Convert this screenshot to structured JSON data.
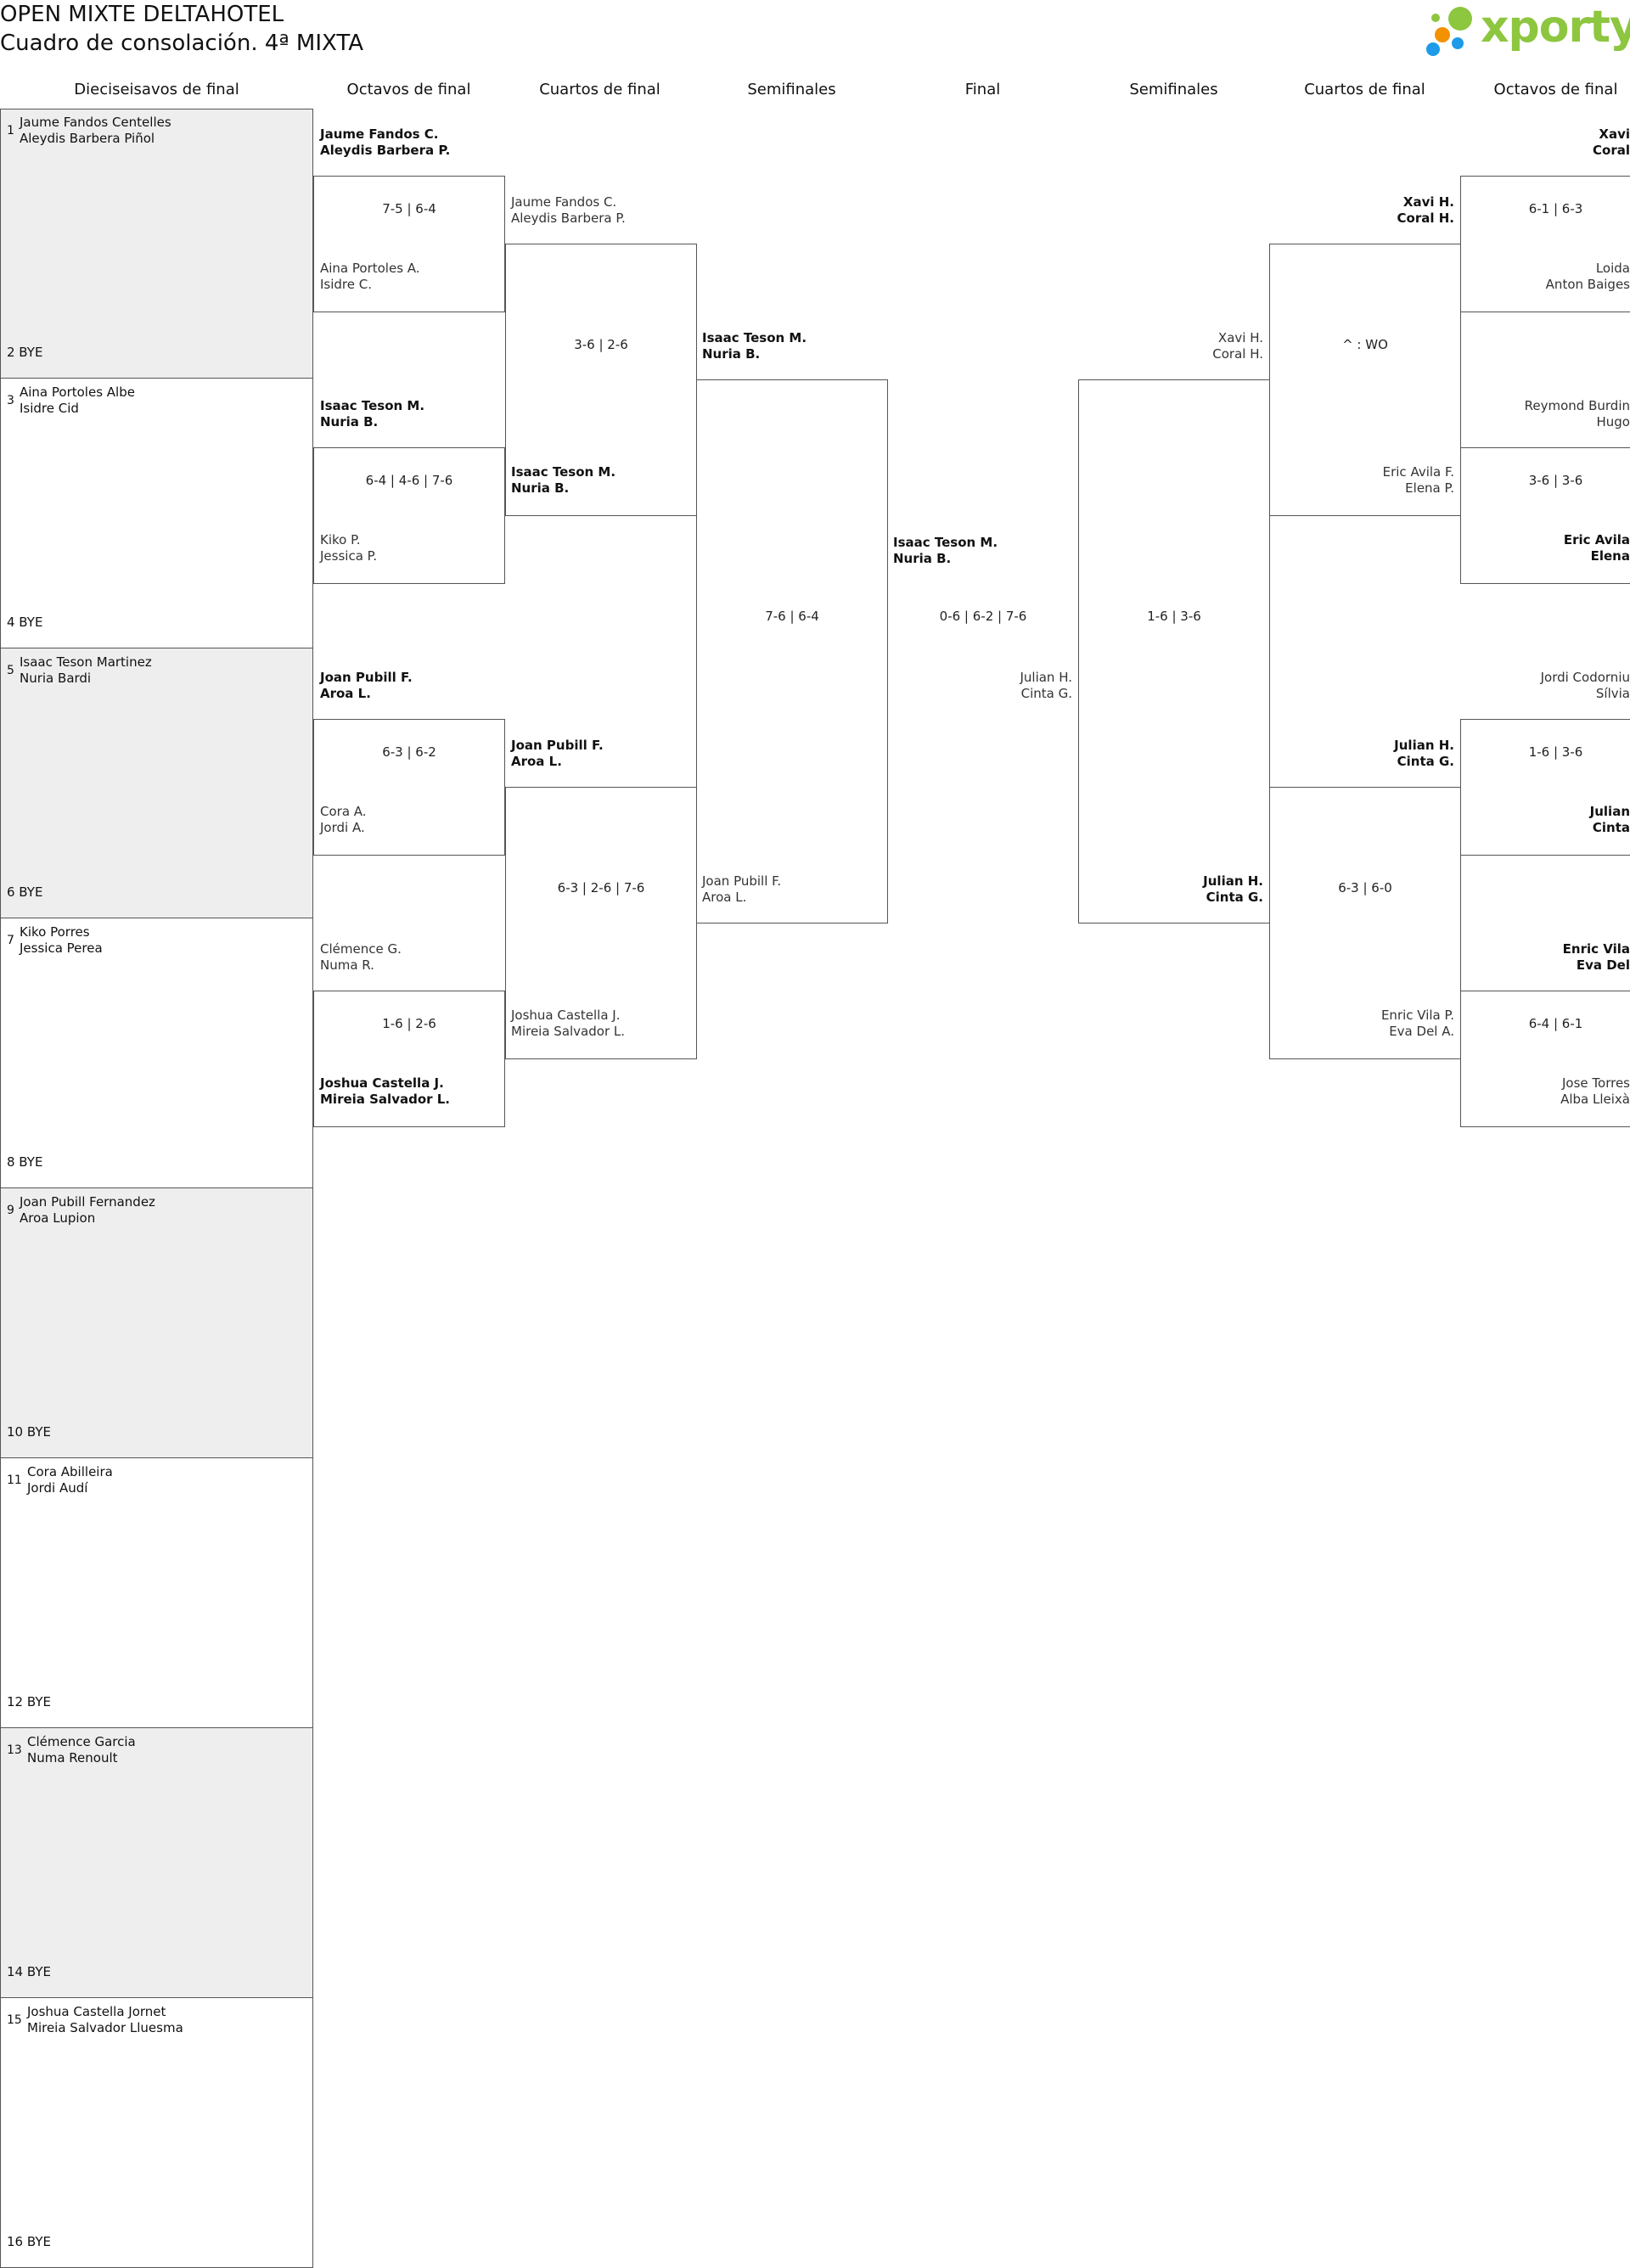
{
  "header": {
    "title_line1": "OPEN MIXTE DELTAHOTEL",
    "title_line2": "Cuadro de consolación. 4ª MIXTA"
  },
  "logo": {
    "text": "xporty",
    "color": "#8dc63f",
    "dot_colors": [
      "#8dc63f",
      "#f39200",
      "#1e9be8"
    ]
  },
  "round_headers": [
    "Dieciseisavos de final",
    "Octavos de final",
    "Cuartos de final",
    "Semifinales",
    "Final",
    "Semifinales",
    "Cuartos de final",
    "Octavos de final"
  ],
  "seeds": [
    {
      "n": "1",
      "p1": "Jaume Fandos Centelles",
      "p2": "Aleydis Barbera Piñol"
    },
    {
      "n": "2",
      "p1": "BYE",
      "p2": ""
    },
    {
      "n": "3",
      "p1": "Aina Portoles Albe",
      "p2": "Isidre Cid"
    },
    {
      "n": "4",
      "p1": "BYE",
      "p2": ""
    },
    {
      "n": "5",
      "p1": "Isaac Teson Martinez",
      "p2": "Nuria Bardi"
    },
    {
      "n": "6",
      "p1": "BYE",
      "p2": ""
    },
    {
      "n": "7",
      "p1": "Kiko Porres",
      "p2": "Jessica Perea"
    },
    {
      "n": "8",
      "p1": "BYE",
      "p2": ""
    },
    {
      "n": "9",
      "p1": "Joan Pubill Fernandez",
      "p2": "Aroa Lupion"
    },
    {
      "n": "10",
      "p1": "BYE",
      "p2": ""
    },
    {
      "n": "11",
      "p1": "Cora Abilleira",
      "p2": "Jordi Audí"
    },
    {
      "n": "12",
      "p1": "BYE",
      "p2": ""
    },
    {
      "n": "13",
      "p1": "Clémence Garcia",
      "p2": "Numa Renoult"
    },
    {
      "n": "14",
      "p1": "BYE",
      "p2": ""
    },
    {
      "n": "15",
      "p1": "Joshua Castella Jornet",
      "p2": "Mireia Salvador Lluesma"
    },
    {
      "n": "16",
      "p1": "BYE",
      "p2": ""
    }
  ],
  "left_octavos": [
    {
      "top": "Jaume Fandos C.",
      "bot": "Aleydis Barbera P.",
      "top_w": true,
      "score": "7-5 | 6-4",
      "a1": "Aina Portoles A.",
      "a2": "Isidre C.",
      "a_w": false
    },
    {
      "top": "Isaac Teson M.",
      "bot": "Nuria B.",
      "top_w": true,
      "score": "6-4 | 4-6 | 7-6",
      "a1": "Kiko P.",
      "a2": "Jessica P.",
      "a_w": false
    },
    {
      "top": "Joan Pubill F.",
      "bot": "Aroa L.",
      "top_w": true,
      "score": "6-3 | 6-2",
      "a1": "Cora A.",
      "a2": "Jordi A.",
      "a_w": false
    },
    {
      "top": "Clémence G.",
      "bot": "Numa R.",
      "top_w": false,
      "score": "1-6 | 2-6",
      "a1": "Joshua Castella J.",
      "a2": "Mireia Salvador L.",
      "a_w": true
    }
  ],
  "left_cuartos": [
    {
      "top": "Jaume Fandos C.",
      "bot": "Aleydis Barbera P.",
      "top_w": false,
      "score": "3-6 | 2-6",
      "a1": "Isaac Teson M.",
      "a2": "Nuria B.",
      "a_w": true
    },
    {
      "top": "Joan Pubill F.",
      "bot": "Aroa L.",
      "top_w": true,
      "score": "6-3 | 2-6 | 7-6",
      "a1": "Joshua Castella J.",
      "a2": "Mireia Salvador L.",
      "a_w": false
    }
  ],
  "left_semis": {
    "top": "Isaac Teson M.",
    "bot": "Nuria B.",
    "score": "7-6 | 6-4",
    "a1": "Joan Pubill F.",
    "a2": "Aroa L."
  },
  "final": {
    "w1": "Isaac Teson M.",
    "w2": "Nuria B.",
    "score": "0-6 | 6-2 | 7-6",
    "l1": "Julian H.",
    "l2": "Cinta G."
  },
  "right_semis": {
    "score": "1-6 | 3-6",
    "t1": "Xavi H.",
    "t2": "Coral H.",
    "b1": "Julian H.",
    "b2": "Cinta G."
  },
  "right_cuartos": [
    {
      "score": "^ : WO",
      "t1": "Xavi H.",
      "t2": "Coral H.",
      "t_w": true,
      "b1": "Eric Avila F.",
      "b2": "Elena P.",
      "b_w": false
    },
    {
      "score": "6-3 | 6-0",
      "t1": "Julian H.",
      "t2": "Cinta G.",
      "t_w": true,
      "b1": "Enric Vila P.",
      "b2": "Eva Del A.",
      "b_w": false
    }
  ],
  "right_octavos": [
    {
      "o1": "Xavi",
      "o2": "Coral",
      "score": "6-1 | 6-3",
      "i1": "Loida",
      "i2": "Anton Baiges"
    },
    {
      "o1": "Reymond Burdin",
      "o2": "Hugo",
      "score": "3-6 | 3-6",
      "i1": "Eric Avila",
      "i2": "Elena"
    },
    {
      "o1": "Jordi Codorniu",
      "o2": "Sílvia",
      "score": "1-6 | 3-6",
      "i1": "Julian",
      "i2": "Cinta"
    },
    {
      "o1": "Enric Vila",
      "o2": "Eva Del",
      "score": "6-4 | 6-1",
      "i1": "Jose Torres",
      "i2": "Alba Lleixà"
    }
  ]
}
